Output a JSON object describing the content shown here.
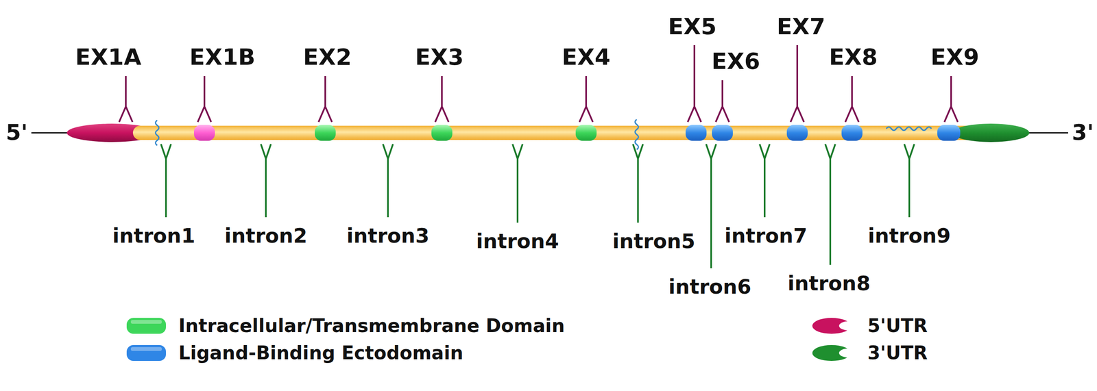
{
  "diagram": {
    "labels": [
      "5'",
      "3'",
      "EX1A",
      "EX1B",
      "EX2",
      "EX3",
      "EX4",
      "EX5",
      "EX6",
      "EX7",
      "EX8",
      "EX9",
      "intron1",
      "intron2",
      "intron3",
      "intron4",
      "intron5",
      "intron6",
      "intron7",
      "intron8",
      "intron9"
    ],
    "legend": [
      {
        "text": "Intracellular/Transmembrane Domain",
        "color": "#3dd65a"
      },
      {
        "text": "Ligand-Binding Ectodomain",
        "color": "#2f86e6"
      },
      {
        "text": "5'UTR",
        "color": "#c8125f"
      },
      {
        "text": "3'UTR",
        "color": "#1f8f2f"
      }
    ]
  }
}
